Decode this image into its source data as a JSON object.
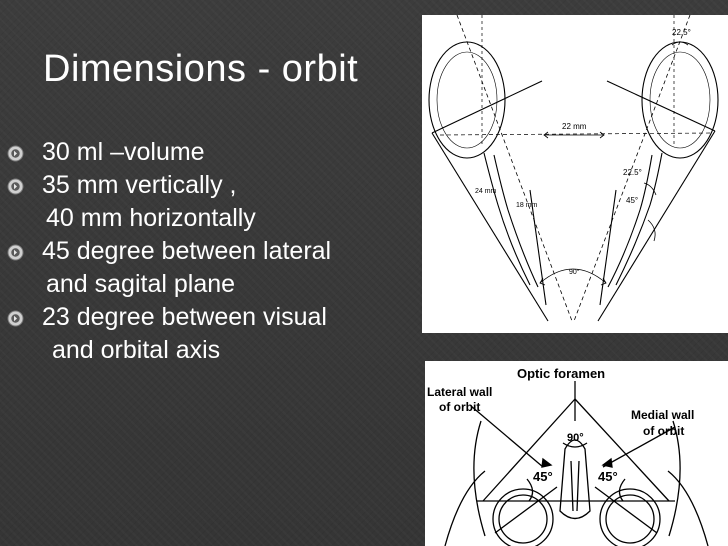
{
  "slide": {
    "title": "Dimensions - orbit",
    "bullets": [
      {
        "text": "30  ml –volume",
        "bullet": true
      },
      {
        "text": "35 mm  vertically ,",
        "bullet": true
      },
      {
        "text": "40 mm horizontally",
        "bullet": false
      },
      {
        "text": "45  degree  between  lateral",
        "bullet": true
      },
      {
        "text": "and sagital plane",
        "bullet": false
      },
      {
        "text": "23 degree  between  visual",
        "bullet": true
      },
      {
        "text": "and orbital axis",
        "bullet": false
      }
    ],
    "bullet_icon": "circle-arrow-icon"
  },
  "figure1": {
    "labels": {
      "angle_top": "22.5°",
      "width": "22 mm",
      "angle_mid": "22.5°",
      "angle_lateral": "45°",
      "length_left": "24 mm",
      "length_right": "18 mm",
      "angle_bottom": "90°"
    }
  },
  "figure2": {
    "labels": {
      "optic_foramen": "Optic foramen",
      "lateral_wall_1": "Lateral wall",
      "lateral_wall_2": "of orbit",
      "medial_wall_1": "Medial wall",
      "medial_wall_2": "of orbit",
      "angle_90": "90°",
      "angle_45_left": "45°",
      "angle_45_right": "45°"
    }
  },
  "colors": {
    "background": "#3a3a3a",
    "text": "#ffffff",
    "bullet_fill": "#c9c9c9"
  }
}
